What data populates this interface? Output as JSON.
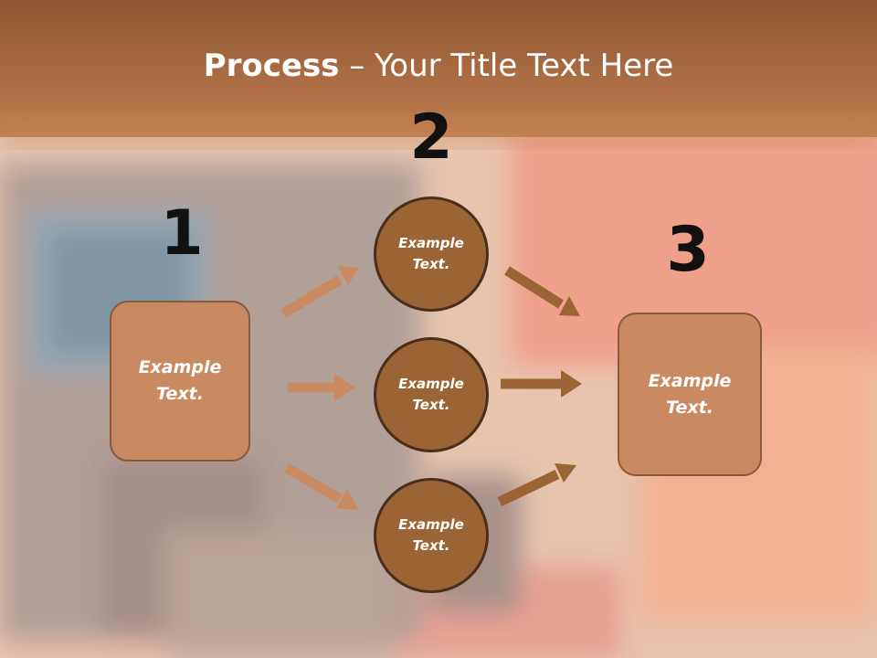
{
  "title": {
    "bold": "Process",
    "rest": " – Your Title Text Here"
  },
  "steps": [
    {
      "number": "1",
      "label": "Example Text."
    },
    {
      "number": "2",
      "labels": [
        "Example Text.",
        "Example Text.",
        "Example Text."
      ]
    },
    {
      "number": "3",
      "label": "Example Text."
    }
  ],
  "colors": {
    "box_fill": "#c98a62",
    "circle_fill": "#9b6434",
    "left_arrow": "#c98a62",
    "right_arrow": "#9b6434",
    "header": "#a8663a"
  }
}
